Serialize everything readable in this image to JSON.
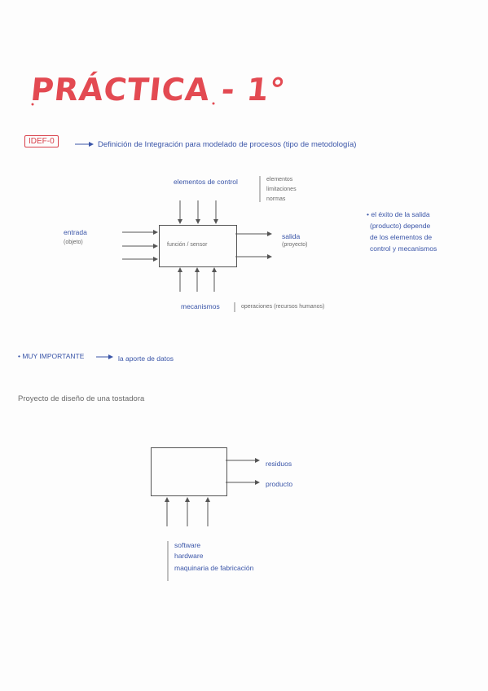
{
  "title": "PRÁCTICA - 1°",
  "idef": {
    "tag": "IDEF-0",
    "definition": "Definición de Integración para modelado de procesos (tipo de metodología)"
  },
  "diagram1": {
    "control_label": "elementos de control",
    "control_items": [
      "elementos",
      "limitaciones",
      "normas"
    ],
    "input_label": "entrada",
    "input_sub": "(objeto)",
    "box_label": "función / sensor",
    "output_label": "salida",
    "output_sub": "(proyecto)",
    "mechanism_label": "mecanismos",
    "mechanism_desc": "operaciones (recursos humanos)"
  },
  "note": [
    "• el éxito de la salida",
    "(producto) depende",
    "de los elementos de",
    "control y mecanismos"
  ],
  "important": {
    "label": "• MUY IMPORTANTE",
    "text": "la aporte de datos"
  },
  "project_title": "Proyecto de diseño de una tostadora",
  "diagram2": {
    "outputs": [
      "residuos",
      "producto"
    ],
    "mechanisms": [
      "software",
      "hardware",
      "maquinaria de fabricación"
    ]
  },
  "colors": {
    "title": "#e34a52",
    "ink_blue": "#3a55a8",
    "ink_gray": "#6a6a6a"
  }
}
